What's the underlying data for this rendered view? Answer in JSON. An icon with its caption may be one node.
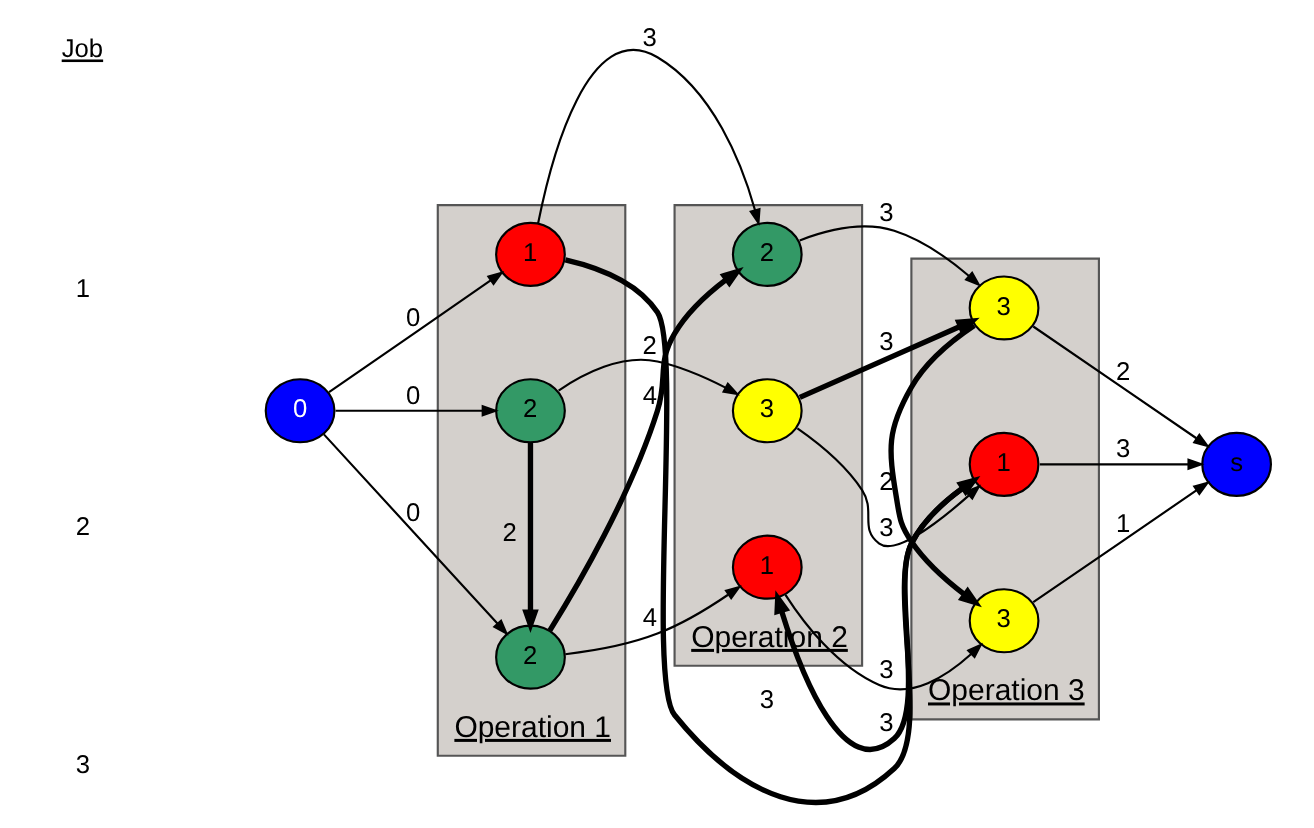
{
  "diagram": {
    "nodes": [
      {
        "text": [
          "0"
        ]
      },
      {
        "text": [
          "Operation 1"
        ]
      },
      {
        "text": [
          "1"
        ],
        "in": 1
      },
      {
        "text": [
          "2"
        ],
        "in": 1
      },
      {
        "text": [
          "2"
        ],
        "in": 1
      },
      {
        "text": [
          "Operation 2"
        ]
      },
      {
        "text": [
          "2"
        ],
        "in": 5
      },
      {
        "text": [
          "3"
        ],
        "in": 5
      },
      {
        "text": [
          "1"
        ],
        "in": 5
      },
      {
        "text": [
          "Operation 3"
        ]
      },
      {
        "text": [
          "3"
        ],
        "in": 9
      },
      {
        "text": [
          "1"
        ],
        "in": 9
      },
      {
        "text": [
          "3"
        ],
        "in": 9
      },
      {
        "text": [
          "s"
        ]
      }
    ],
    "edges": [
      {
        "from": 0,
        "to": 2,
        "arrow": "to",
        "label": "0"
      },
      {
        "from": 0,
        "to": 3,
        "arrow": "to",
        "label": "0"
      },
      {
        "from": 0,
        "to": 4,
        "arrow": "to",
        "label": "0"
      },
      {
        "from": 2,
        "to": 6,
        "arrow": "to",
        "label": "3"
      },
      {
        "from": 2,
        "to": 11,
        "arrow": "to",
        "label": "3",
        "style": "thick"
      },
      {
        "from": 3,
        "to": 7,
        "arrow": "to",
        "label": "2"
      },
      {
        "from": 3,
        "to": 4,
        "arrow": "to",
        "label": "2",
        "style": "thick"
      },
      {
        "from": 4,
        "to": 6,
        "arrow": "to",
        "label": "4",
        "style": "thick"
      },
      {
        "from": 4,
        "to": 8,
        "arrow": "to",
        "label": "4"
      },
      {
        "from": 6,
        "to": 10,
        "arrow": "to",
        "label": "3"
      },
      {
        "from": 7,
        "to": 10,
        "arrow": "to",
        "label": "3",
        "style": "thick"
      },
      {
        "from": 7,
        "to": 11,
        "arrow": "to",
        "label": "3"
      },
      {
        "from": 11,
        "to": 8,
        "arrow": "to",
        "label": "3",
        "style": "thick"
      },
      {
        "from": 8,
        "to": 12,
        "arrow": "to",
        "label": "3"
      },
      {
        "from": 10,
        "to": 12,
        "arrow": "to",
        "label": "2",
        "style": "thick"
      },
      {
        "from": 10,
        "to": 13,
        "arrow": "to",
        "label": "2"
      },
      {
        "from": 11,
        "to": 13,
        "arrow": "to",
        "label": "3"
      },
      {
        "from": 12,
        "to": 13,
        "arrow": "to",
        "label": "1"
      }
    ],
    "labels": [
      "Job",
      "1",
      "2",
      "3"
    ]
  }
}
